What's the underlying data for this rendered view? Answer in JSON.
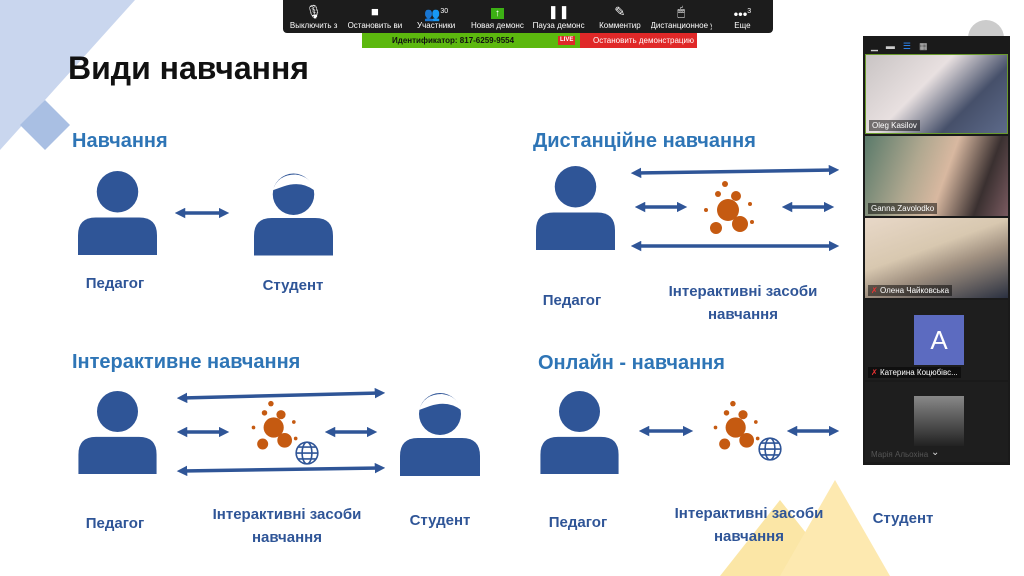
{
  "toolbar": {
    "items": [
      {
        "label": "Выключить з",
        "icon": "microphone-icon"
      },
      {
        "label": "Остановить ви",
        "icon": "video-camera-icon"
      },
      {
        "label": "Участники",
        "icon": "participants-icon",
        "badge": "30"
      },
      {
        "label": "Новая демонс",
        "icon": "share-screen-icon"
      },
      {
        "label": "Пауза демонс",
        "icon": "pause-icon"
      },
      {
        "label": "Комментир",
        "icon": "pencil-icon"
      },
      {
        "label": "Дистанционное уп",
        "icon": "mouse-icon"
      },
      {
        "label": "Еще",
        "icon": "more-icon",
        "badge": "3"
      }
    ]
  },
  "share_bar": {
    "meeting_id": "Идентификатор: 817-6259-9554",
    "live": "LIVE",
    "stop_label": "Остановить демонстрацию"
  },
  "slide": {
    "title": "Види навчання",
    "sections": [
      {
        "heading": "Навчання",
        "teacher": "Педагог",
        "student": "Студент"
      },
      {
        "heading": "Дистанційне навчання",
        "teacher": "Педагог",
        "tools": "Інтерактивні засоби навчання"
      },
      {
        "heading": "Інтерактивне навчання",
        "teacher": "Педагог",
        "tools": "Інтерактивні засоби навчання",
        "student": "Студент"
      },
      {
        "heading": "Онлайн - навчання",
        "teacher": "Педагог",
        "tools": "Інтерактивні засоби навчання",
        "student": "Студент"
      }
    ],
    "colors": {
      "heading": "#2e75b6",
      "icon": "#2f5597",
      "bubbles": "#c55a11"
    }
  },
  "participants": [
    {
      "name": "Oleg Kasilov"
    },
    {
      "name": "Ganna Zavolodko"
    },
    {
      "name": "Олена Чайковська",
      "muted": true
    },
    {
      "name": "Катерина Коцюбівс...",
      "muted": true,
      "avatar": "A"
    },
    {
      "name": "Марія Альохіна",
      "muted": true
    }
  ]
}
